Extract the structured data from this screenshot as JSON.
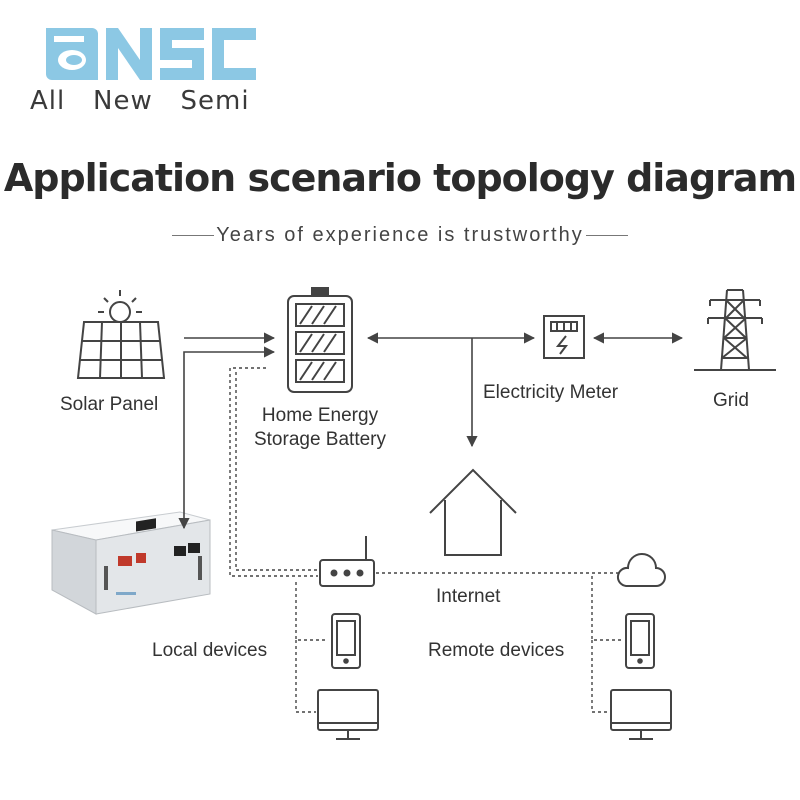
{
  "logo": {
    "wordmark": "ANSC",
    "tagline": "All   New   Semi",
    "color": "#8cc8e4"
  },
  "title": "Application scenario topology diagram",
  "subtitle": "Years of experience is trustworthy",
  "nodes": {
    "solar_panel": "Solar Panel",
    "battery_line1": "Home Energy",
    "battery_line2": "Storage Battery",
    "meter": "Electricity Meter",
    "grid": "Grid",
    "internet": "Internet",
    "local_devices": "Local devices",
    "remote_devices": "Remote devices"
  },
  "icons": [
    "solar-panel-icon",
    "battery-icon",
    "electricity-meter-icon",
    "grid-tower-icon",
    "house-icon",
    "router-icon",
    "cloud-icon",
    "phone-icon",
    "monitor-icon",
    "battery-unit-photo"
  ]
}
